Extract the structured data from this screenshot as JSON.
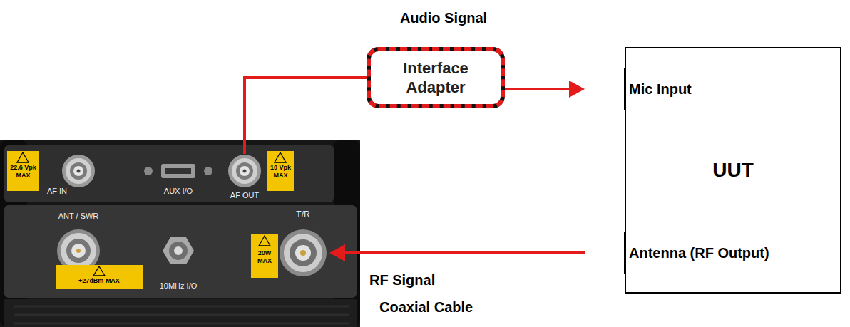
{
  "diagram": {
    "nodes": [
      {
        "text": [
          "Interface Adapter"
        ]
      },
      {
        "text": [
          "UUT"
        ]
      },
      {
        "text": [
          "Mic Input"
        ]
      },
      {
        "text": [
          "AF OUT"
        ]
      },
      {
        "text": [
          "Antenna (RF Output)"
        ]
      },
      {
        "text": [
          "T/R"
        ]
      }
    ],
    "edges": [
      {
        "from": 3,
        "to": 0,
        "arrow": "none"
      },
      {
        "from": 0,
        "to": 2,
        "arrow": "to"
      },
      {
        "from": 4,
        "to": 5,
        "arrow": "to"
      }
    ],
    "labels": [
      "Audio Signal",
      "AF IN",
      "22.6 Vpk MAX",
      "AUX I/O",
      "10 Vpk MAX",
      "ANT / SWR",
      "+27dBm MAX",
      "10MHz I/O",
      "20W MAX",
      "RF Signal",
      "Coaxial Cable"
    ]
  }
}
